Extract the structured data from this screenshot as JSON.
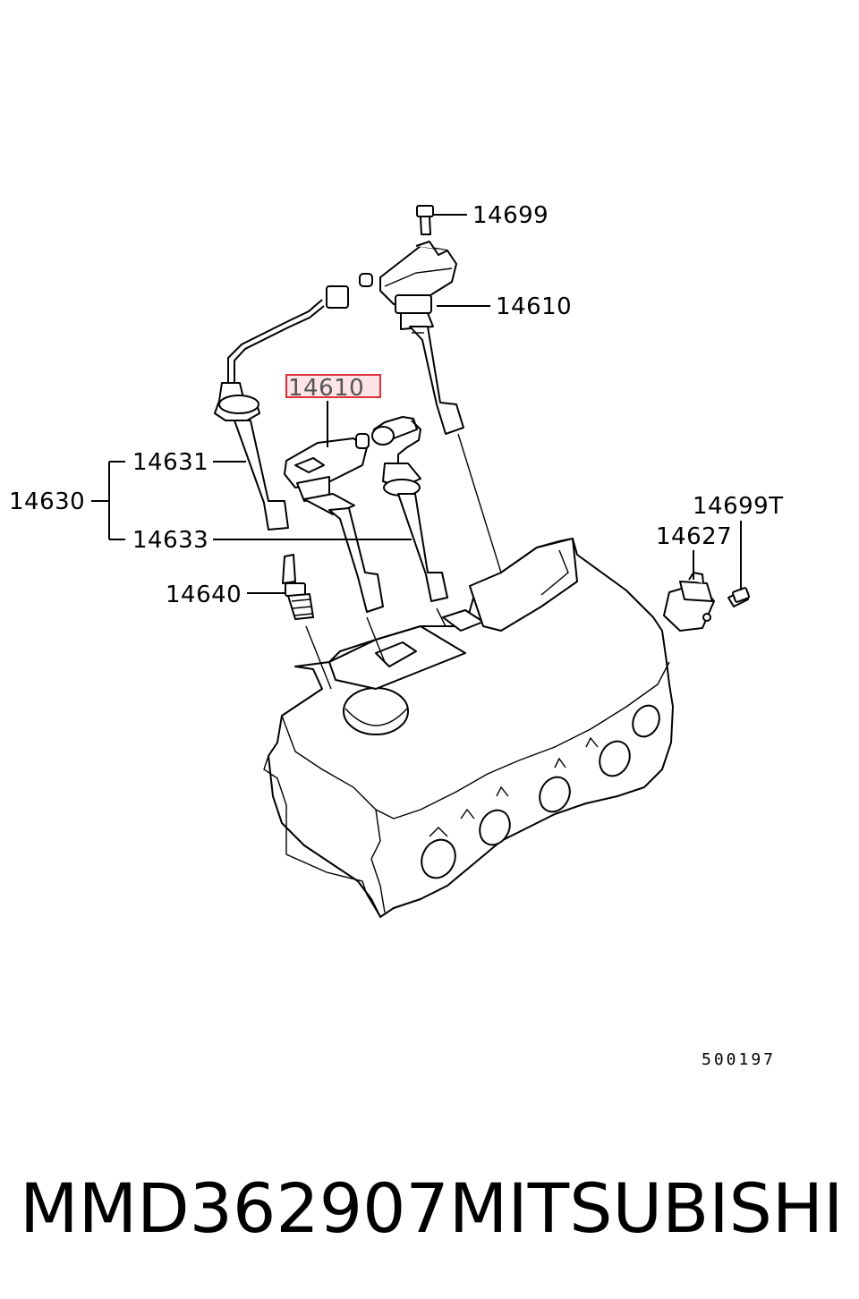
{
  "callouts": {
    "bolt_top": "14699",
    "coil_right": "14610",
    "coil_center": "14610",
    "wire_1": "14631",
    "wire_set": "14630",
    "wire_2": "14633",
    "spark_plug": "14640",
    "sensor_bolt": "14699T",
    "sensor": "14627"
  },
  "reference_number": "500197",
  "caption": {
    "part_number": "MMD362907",
    "brand": "MITSUBISHI"
  },
  "colors": {
    "highlight_border": "#e0303a",
    "highlight_fill": "#fde4e6"
  }
}
